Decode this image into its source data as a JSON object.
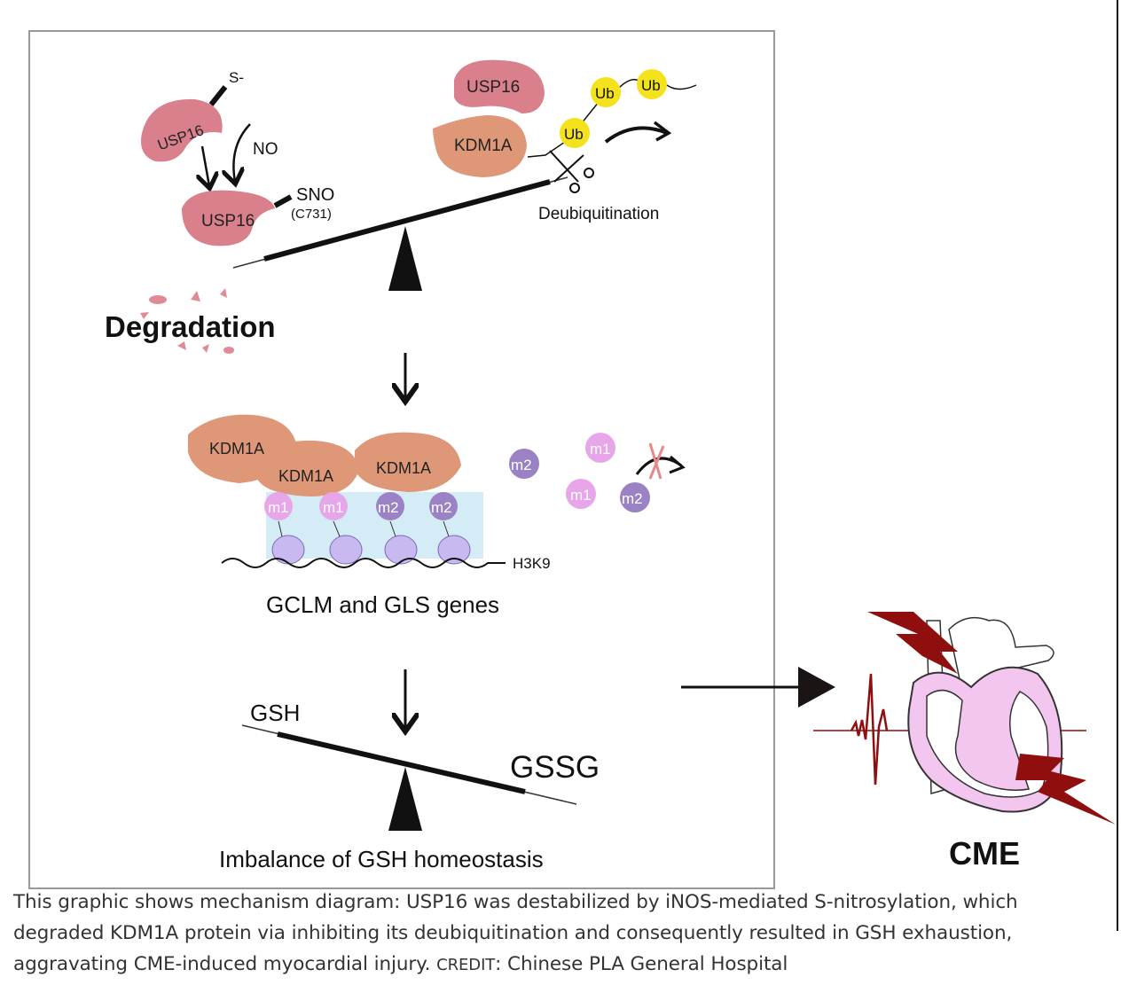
{
  "diagram": {
    "top": {
      "usp16_top": "USP16",
      "thiolate": "S-",
      "no": "NO",
      "usp16_sno": "USP16",
      "sno": "SNO",
      "site": "(C731)",
      "usp16_complex": "USP16",
      "kdm1a_complex": "KDM1A",
      "ub1": "Ub",
      "ub2": "Ub",
      "ub3": "Ub",
      "deubiquitination": "Deubiquitination",
      "degradation": "Degradation"
    },
    "middle": {
      "kdm1a_1": "KDM1A",
      "kdm1a_2": "KDM1A",
      "kdm1a_3": "KDM1A",
      "marks": [
        "m1",
        "m1",
        "m2",
        "m2"
      ],
      "free_marks": [
        "m2",
        "m1",
        "m1",
        "m2"
      ],
      "h3k9": "H3K9",
      "genes": "GCLM and GLS genes"
    },
    "bottom": {
      "gsh": "GSH",
      "gssg": "GSSG",
      "imbalance": "Imbalance of GSH homeostasis"
    },
    "outcome": {
      "cme": "CME"
    },
    "colors": {
      "usp16": "#d9808c",
      "kdm1a": "#de9878",
      "ub": "#f3e21c",
      "m1": "#e8a6ea",
      "m2": "#9b82c4",
      "nucleosome": "#c8b9f0",
      "chromatin_bg": "#d3ecf6",
      "injury": "#8f0f0f",
      "myocardium": "#f3c6f0"
    }
  },
  "caption": {
    "text": "This graphic shows mechanism diagram: USP16 was destabilized by iNOS-mediated S-nitrosylation, which degraded KDM1A protein via inhibiting its deubiquitination and consequently resulted in GSH exhaustion, aggravating CME-induced myocardial injury.",
    "credit_label": "CREDIT",
    "credit": ": Chinese PLA General Hospital"
  }
}
